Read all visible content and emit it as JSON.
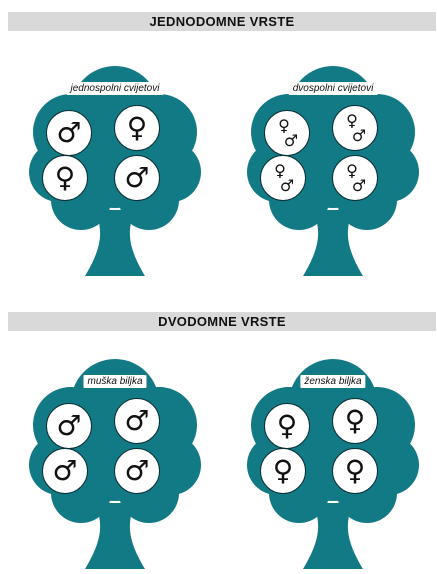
{
  "colors": {
    "tree": "#127a85",
    "bar": "#d9d9d9"
  },
  "sections": [
    {
      "title": "JEDNODOMNE VRSTE",
      "trees": [
        {
          "label": "jednospolni cvijetovi",
          "symbols": [
            "male",
            "female",
            "female",
            "male"
          ]
        },
        {
          "label": "dvospolni cvijetovi",
          "symbols": [
            "bisexual",
            "bisexual",
            "bisexual",
            "bisexual"
          ]
        }
      ]
    },
    {
      "title": "DVODOMNE VRSTE",
      "trees": [
        {
          "label": "muška biljka",
          "symbols": [
            "male",
            "male",
            "male",
            "male"
          ]
        },
        {
          "label": "ženska biljka",
          "symbols": [
            "female",
            "female",
            "female",
            "female"
          ]
        }
      ]
    }
  ]
}
